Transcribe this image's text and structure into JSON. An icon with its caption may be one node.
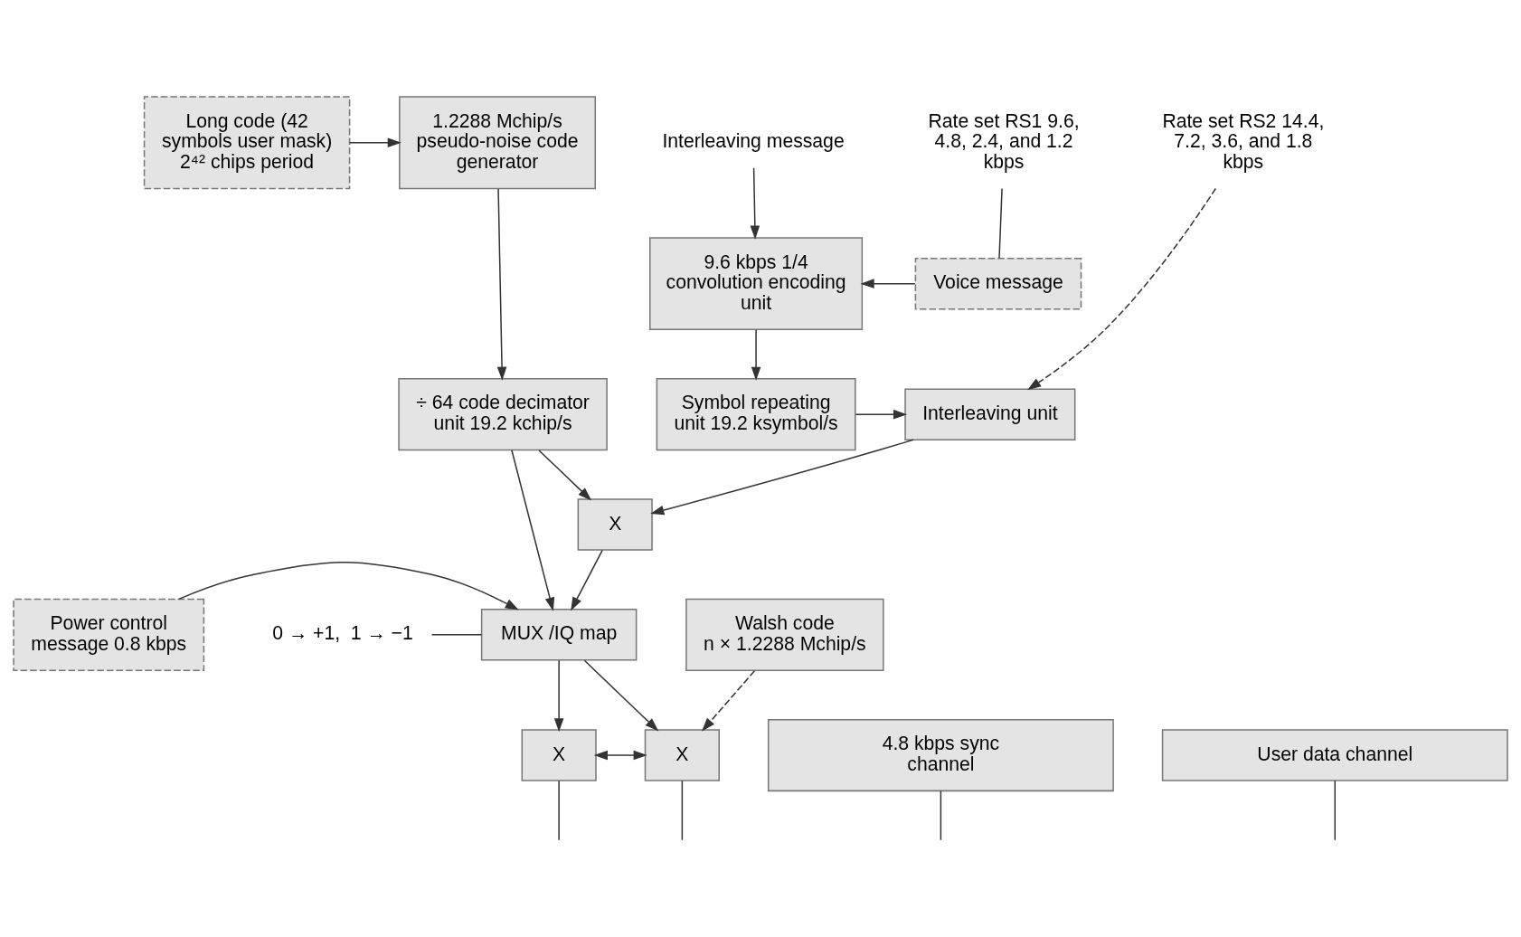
{
  "diagram": {
    "nodes": [
      {
        "text": [
          "Long code (42 symbols user mask) 2⁴² chips period"
        ]
      },
      {
        "text": [
          "1.2288 Mchip/s pseudo-noise code generator"
        ]
      },
      {
        "text": [
          "Voice message"
        ]
      },
      {
        "text": [
          "Interleaving message"
        ]
      },
      {
        "text": [
          "9.6 kbps 1/4 convolution encoding unit"
        ]
      },
      {
        "text": [
          "÷ 64 code decimator unit 19.2 kchip/s"
        ]
      },
      {
        "text": [
          "Interleaving unit"
        ]
      },
      {
        "text": [
          "Symbol repeating unit 19.2 ksymbol/s"
        ]
      },
      {
        "text": [
          "X"
        ]
      },
      {
        "text": [
          "Power control message 0.8 kbps"
        ]
      },
      {
        "text": [
          "MUX /IQ map"
        ]
      },
      {
        "text": [
          "Walsh code",
          "n × 1.2288 Mchip/s"
        ]
      },
      {
        "text": [
          "4.8 kbps sync channel"
        ]
      },
      {
        "text": [
          "X"
        ]
      },
      {
        "text": [
          "X"
        ]
      },
      {
        "text": [
          "User data channel"
        ]
      },
      {
        "text": [
          "Rate set RS1 9.6, 4.8, 2.4, and 1.2 kbps"
        ]
      },
      {
        "text": [
          "Rate set RS2 14.4, 7.2, 3.6, and 1.8 kbps"
        ]
      },
      {
        "text": [
          "0 → +1,  1 → −1"
        ]
      }
    ],
    "edges": [
      {
        "from": 0,
        "to": 1,
        "arrow": "to"
      },
      {
        "from": 1,
        "to": 5,
        "arrow": "to"
      },
      {
        "from": 16,
        "to": 2,
        "arrow": "none"
      },
      {
        "from": 2,
        "to": 4,
        "arrow": "to"
      },
      {
        "from": 3,
        "to": 4,
        "arrow": "to"
      },
      {
        "from": 4,
        "to": 7,
        "arrow": "to"
      },
      {
        "from": 7,
        "to": 6,
        "arrow": "to"
      },
      {
        "from": 17,
        "to": 6,
        "arrow": "to",
        "style": "dashed"
      },
      {
        "from": 6,
        "to": 8,
        "arrow": "to"
      },
      {
        "from": 5,
        "to": 8,
        "arrow": "to"
      },
      {
        "from": 5,
        "to": 10,
        "arrow": "to"
      },
      {
        "from": 8,
        "to": 10,
        "arrow": "to"
      },
      {
        "from": 9,
        "to": 10,
        "arrow": "to"
      },
      {
        "from": 10,
        "to": 13,
        "arrow": "to"
      },
      {
        "from": 10,
        "to": 14,
        "arrow": "to"
      },
      {
        "from": 11,
        "to": 14,
        "arrow": "to",
        "style": "dashed"
      },
      {
        "from": 10,
        "to": 18,
        "arrow": "none"
      },
      {
        "from": 13,
        "to": 14,
        "arrow": "both"
      },
      {
        "from": 12,
        "to": null,
        "arrow": "none"
      },
      {
        "from": 13,
        "to": null,
        "arrow": "none"
      },
      {
        "from": 14,
        "to": null,
        "arrow": "none"
      },
      {
        "from": 15,
        "to": null,
        "arrow": "none"
      }
    ]
  }
}
